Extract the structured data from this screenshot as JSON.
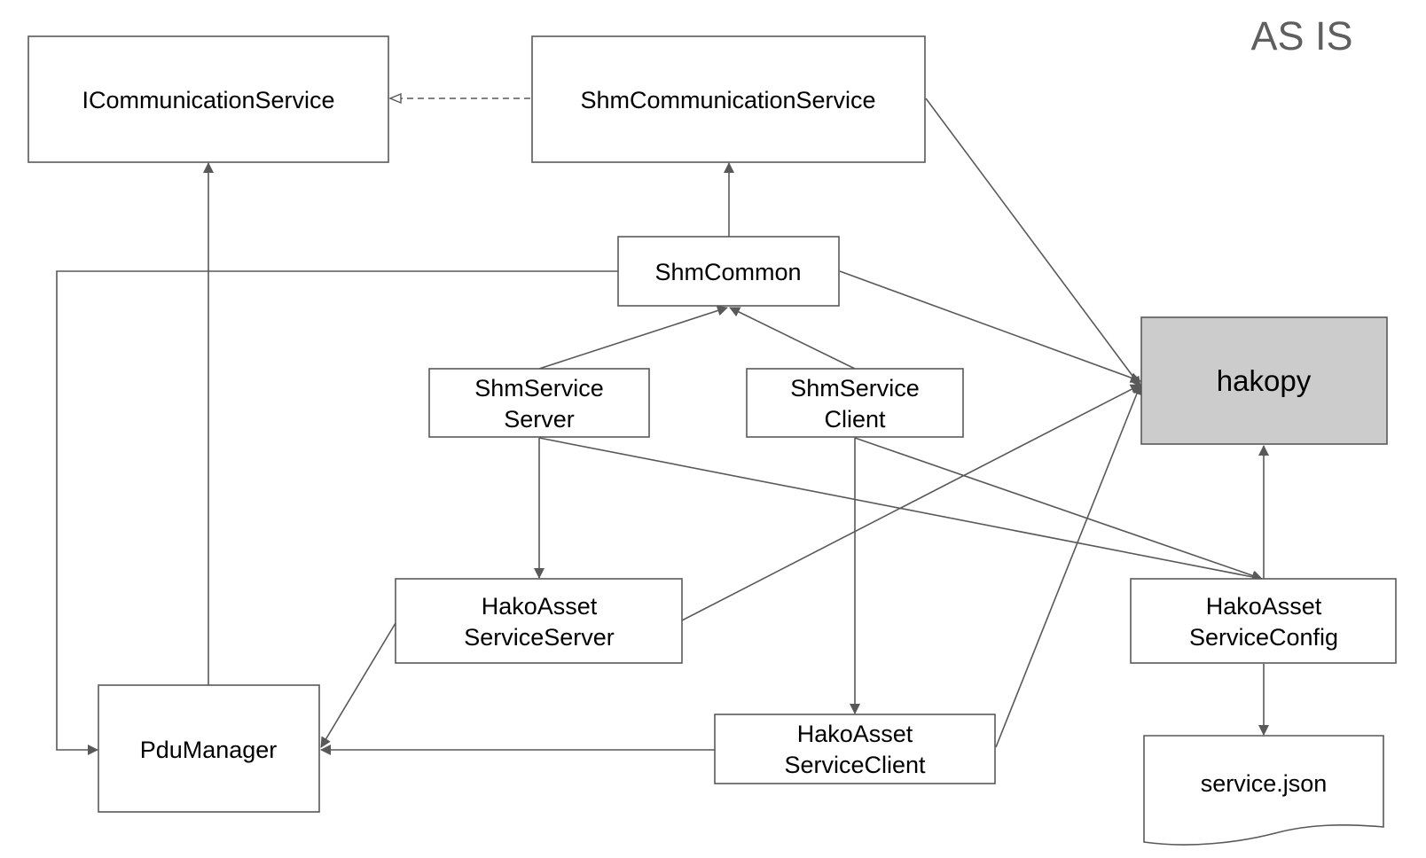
{
  "title": "AS IS",
  "nodes": {
    "icommunication_service": {
      "label": "ICommunicationService"
    },
    "shm_communication_service": {
      "label": "ShmCommunicationService"
    },
    "shm_common": {
      "label": "ShmCommon"
    },
    "hakopy": {
      "label": "hakopy"
    },
    "shm_service_server": {
      "lines": [
        "ShmService",
        "Server"
      ]
    },
    "shm_service_client": {
      "lines": [
        "ShmService",
        "Client"
      ]
    },
    "hako_asset_service_server": {
      "lines": [
        "HakoAsset",
        "ServiceServer"
      ]
    },
    "hako_asset_service_config": {
      "lines": [
        "HakoAsset",
        "ServiceConfig"
      ]
    },
    "pdu_manager": {
      "label": "PduManager"
    },
    "hako_asset_service_client": {
      "lines": [
        "HakoAsset",
        "ServiceClient"
      ]
    },
    "service_json": {
      "label": "service.json"
    }
  },
  "colors": {
    "line": "#595959",
    "highlight_fill": "#cccccc",
    "title": "#5f5f5f"
  }
}
